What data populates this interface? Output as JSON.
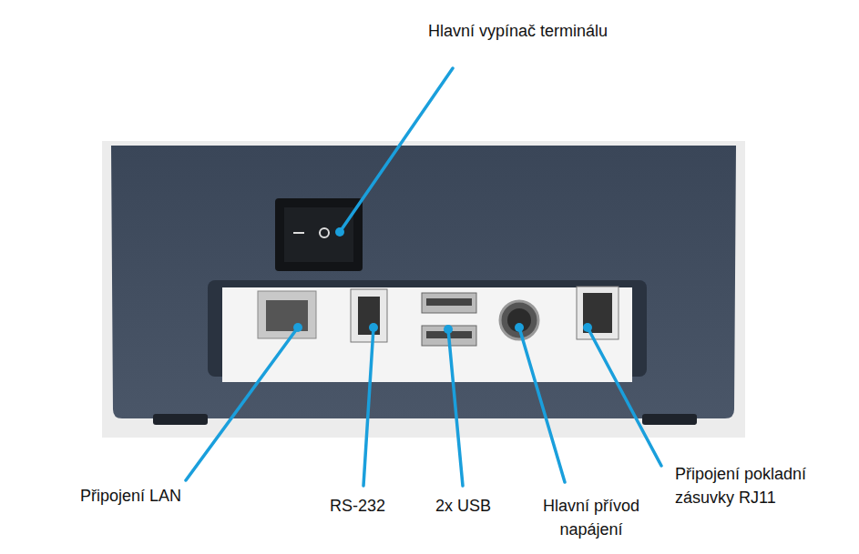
{
  "diagram": {
    "labels": [
      "Hlavní vypínač terminálu",
      "Připojení LAN",
      "RS-232",
      "2x USB",
      "Hlavní přívod napájení",
      "Připojení pokladní zásuvky RJ11"
    ]
  }
}
